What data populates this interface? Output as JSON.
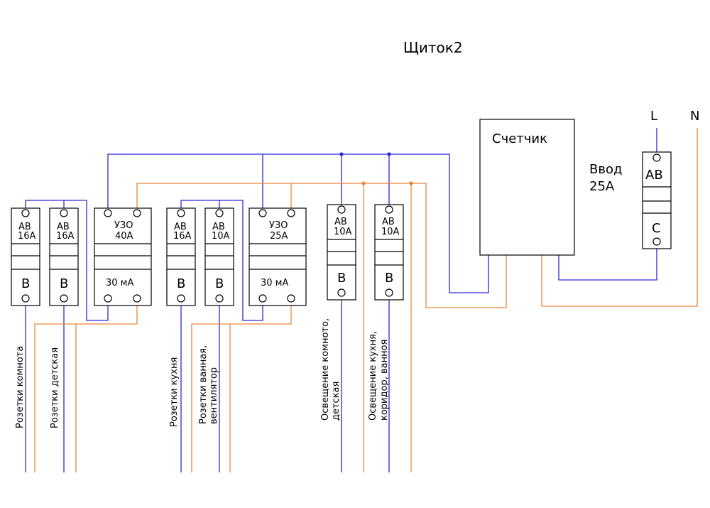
{
  "title": "Щиток2",
  "supply": {
    "L": "L",
    "N": "N",
    "input_label_1": "Ввод",
    "input_label_2": "25А"
  },
  "meter": {
    "label": "Счетчик"
  },
  "input_breaker": {
    "top": "АВ",
    "bottom": "С"
  },
  "modules": [
    {
      "id": "ab1",
      "type": "breaker",
      "line1": "АВ",
      "line2": "16А",
      "char": "В"
    },
    {
      "id": "ab2",
      "type": "breaker",
      "line1": "АВ",
      "line2": "16А",
      "char": "В"
    },
    {
      "id": "rcd1",
      "type": "rcd",
      "line1": "УЗО",
      "line2": "40А",
      "rating": "30 мА"
    },
    {
      "id": "ab3",
      "type": "breaker",
      "line1": "АВ",
      "line2": "16А",
      "char": "В"
    },
    {
      "id": "ab4",
      "type": "breaker",
      "line1": "АВ",
      "line2": "10А",
      "char": "В"
    },
    {
      "id": "rcd2",
      "type": "rcd",
      "line1": "УЗО",
      "line2": "25А",
      "rating": "30 мА"
    },
    {
      "id": "ab5",
      "type": "breaker",
      "line1": "АВ",
      "line2": "10А",
      "char": "В"
    },
    {
      "id": "ab6",
      "type": "breaker",
      "line1": "АВ",
      "line2": "10А",
      "char": "В"
    }
  ],
  "circuits": [
    {
      "lines": [
        "Розетки комнота"
      ]
    },
    {
      "lines": [
        "Розетки детская"
      ]
    },
    {
      "lines": [
        "Розетки кухня"
      ]
    },
    {
      "lines": [
        "Розетки ванная,",
        "вентилятор"
      ]
    },
    {
      "lines": [
        "Освещение комното,",
        "детская"
      ]
    },
    {
      "lines": [
        "Освещение кухня,",
        "коридор, ванноя"
      ]
    }
  ],
  "colors": {
    "phase": "#2a2ad6",
    "neutral": "#e9873a",
    "outline": "#000000"
  }
}
